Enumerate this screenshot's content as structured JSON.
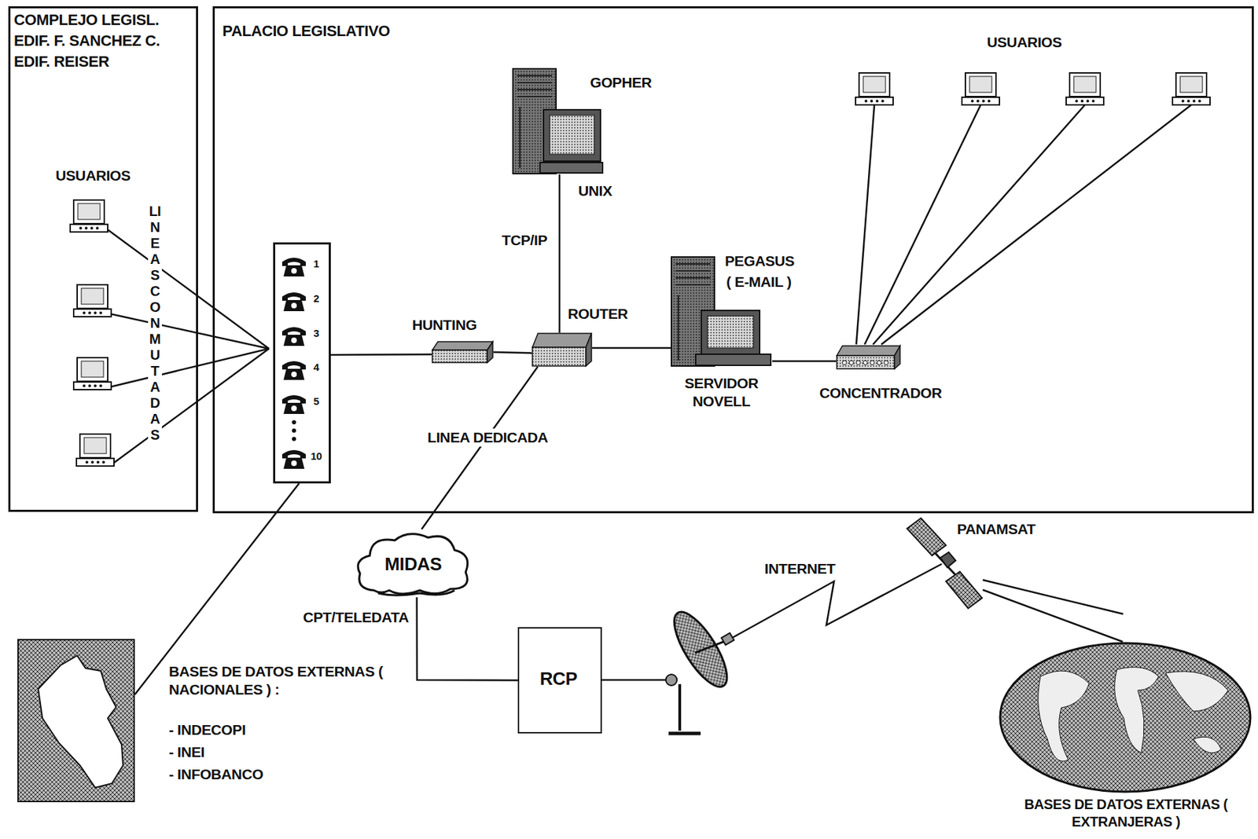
{
  "diagram": {
    "nodes": [
      {
        "text": [
          "COMPLEJO LEGISL.",
          "EDIF. F. SANCHEZ C.",
          "EDIF. REISER"
        ]
      },
      {
        "text": [
          "PALACIO LEGISLATIVO"
        ]
      },
      {
        "text": [
          "1",
          "2",
          "3",
          "4",
          "5",
          "10"
        ],
        "in": 1
      },
      {
        "text": [
          "GOPHER",
          "UNIX"
        ],
        "in": 1
      },
      {
        "text": [
          "HUNTING"
        ],
        "in": 1
      },
      {
        "text": [
          "ROUTER"
        ],
        "in": 1
      },
      {
        "text": [
          "PEGASUS",
          "( E-MAIL )",
          "SERVIDOR NOVELL"
        ],
        "in": 1
      },
      {
        "text": [
          "CONCENTRADOR"
        ],
        "in": 1
      },
      {
        "text": [
          "MIDAS"
        ]
      },
      {
        "text": [
          "RCP"
        ]
      },
      {
        "text": [
          "PANAMSAT"
        ]
      },
      {
        "text": [
          "BASES DE DATOS EXTERNAS ( NACIONALES ) :",
          "- INDECOPI",
          "- INEI",
          "- INFOBANCO"
        ]
      },
      {
        "text": [
          "BASES DE DATOS EXTERNAS ( EXTRANJERAS )"
        ]
      }
    ],
    "edges": [
      {
        "from": 2,
        "to": 4,
        "arrow": "none"
      },
      {
        "from": 4,
        "to": 5,
        "arrow": "none"
      },
      {
        "from": 5,
        "to": 3,
        "label": "TCP/IP",
        "arrow": "none"
      },
      {
        "from": 5,
        "to": 6,
        "arrow": "none"
      },
      {
        "from": 6,
        "to": 7,
        "arrow": "none"
      },
      {
        "from": 5,
        "to": 8,
        "label": "LINEA DEDICADA",
        "arrow": "none"
      },
      {
        "from": 8,
        "to": 9,
        "label": "CPT/TELEDATA",
        "arrow": "none"
      },
      {
        "from": 2,
        "to": 11,
        "arrow": "none"
      },
      {
        "from": 10,
        "to": 12,
        "arrow": "none"
      }
    ],
    "labels": [
      "USUARIOS",
      "LINEAS CONMUTADAS",
      "USUARIOS",
      "INTERNET"
    ]
  }
}
